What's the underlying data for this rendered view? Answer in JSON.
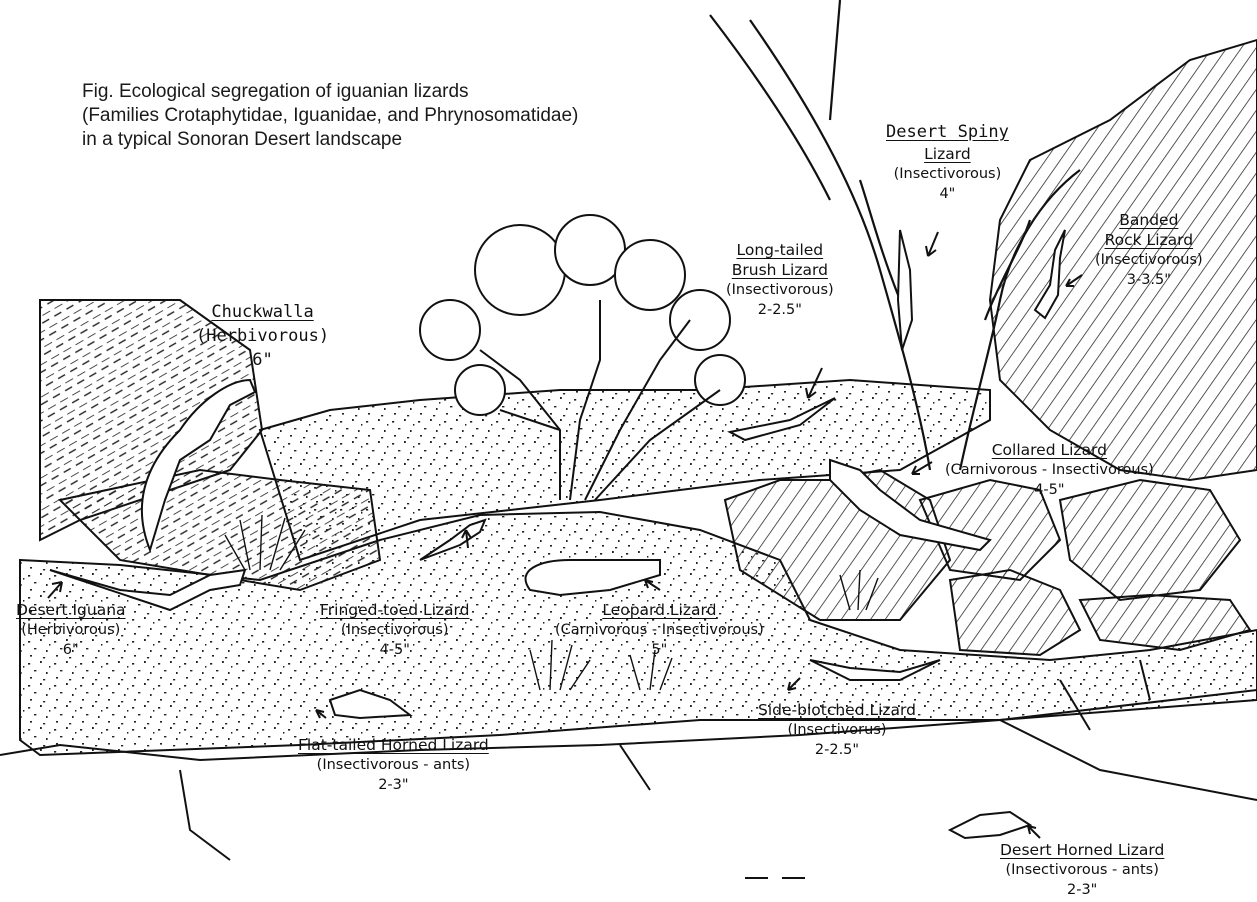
{
  "caption": {
    "line1": "Fig. Ecological segregation of iguanian lizards",
    "line2": "(Families Crotaphytidae, Iguanidae, and Phrynosomatidae)",
    "line3": "in a typical Sonoran Desert landscape"
  },
  "labels": {
    "desert_spiny": {
      "name1": "Desert Spiny",
      "name2": "Lizard",
      "diet": "(Insectivorous)",
      "size": "4\""
    },
    "banded_rock": {
      "name1": "Banded",
      "name2": "Rock Lizard",
      "diet": "(Insectivorous)",
      "size": "3-3.5\""
    },
    "long_tailed_brush": {
      "name1": "Long-tailed",
      "name2": "Brush Lizard",
      "diet": "(Insectivorous)",
      "size": "2-2.5\""
    },
    "chuckwalla": {
      "name": "Chuckwalla",
      "diet": "(Herbivorous)",
      "size": "6\""
    },
    "collared": {
      "name": "Collared Lizard",
      "diet": "(Carnivorous - Insectivorous)",
      "size": "4-5\""
    },
    "desert_iguana": {
      "name": "Desert Iguana",
      "diet": "(Herbivorous)",
      "size": "6\""
    },
    "fringe_toed": {
      "name": "Fringed-toed Lizard",
      "diet": "(Insectivorous)",
      "size": "4-5\""
    },
    "leopard": {
      "name": "Leopard Lizard",
      "diet": "(Carnivorous - Insectivorous)",
      "size": "5\""
    },
    "side_blotched": {
      "name": "Side-blotched Lizard",
      "diet": "(Insectivorus)",
      "size": "2-2.5\""
    },
    "flat_tailed_horned": {
      "name": "Flat-tailed Horned Lizard",
      "diet": "(Insectivorous - ants)",
      "size": "2-3\""
    },
    "desert_horned": {
      "name": "Desert Horned Lizard",
      "diet": "(Insectivorous - ants)",
      "size": "2-3\""
    }
  }
}
